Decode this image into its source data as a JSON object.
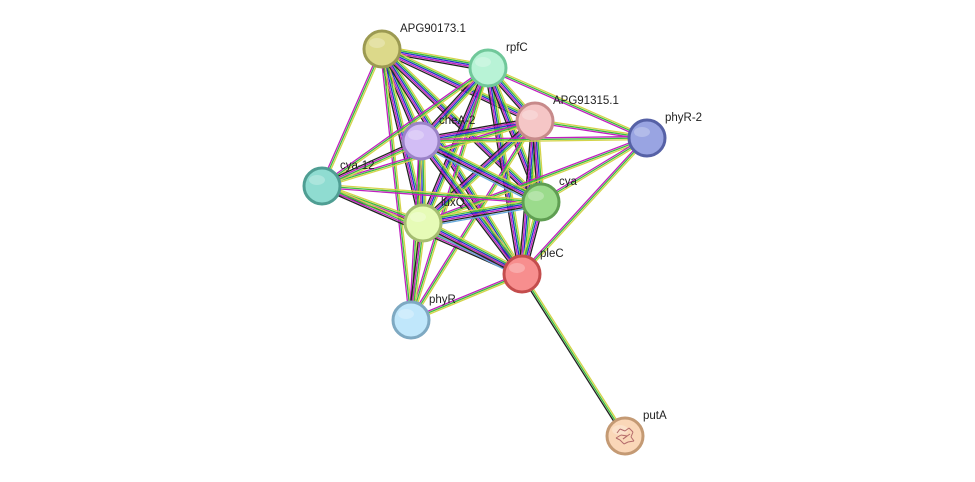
{
  "nodes": [
    {
      "id": "APG90173.1",
      "label": "APG90173.1",
      "fill": "#dcd98a",
      "stroke": "#9c9a52"
    },
    {
      "id": "rpfC",
      "label": "rpfC",
      "fill": "#b8f3d6",
      "stroke": "#70c89a"
    },
    {
      "id": "APG91315.1",
      "label": "APG91315.1",
      "fill": "#f5c6c6",
      "stroke": "#c78a8a"
    },
    {
      "id": "phyR-2",
      "label": "phyR-2",
      "fill": "#99a4e2",
      "stroke": "#5661a6"
    },
    {
      "id": "cheA-2",
      "label": "cheA-2",
      "fill": "#d2bdf5",
      "stroke": "#9a82c7"
    },
    {
      "id": "cya-12",
      "label": "cya-12",
      "fill": "#8fdcd1",
      "stroke": "#4f9e93"
    },
    {
      "id": "cya",
      "label": "cya",
      "fill": "#9bdb8c",
      "stroke": "#5f9e52"
    },
    {
      "id": "luxQ",
      "label": "luxQ",
      "fill": "#e6fbb6",
      "stroke": "#a4bd70"
    },
    {
      "id": "pleC",
      "label": "pleC",
      "fill": "#f78e8e",
      "stroke": "#c44d4d"
    },
    {
      "id": "phyR",
      "label": "phyR",
      "fill": "#c0e7fb",
      "stroke": "#7ea9c2"
    },
    {
      "id": "putA",
      "label": "putA",
      "fill": "#fad7b8",
      "stroke": "#c49a74",
      "has_structure_image": true
    }
  ],
  "edges": [
    {
      "from": "APG90173.1",
      "to": "rpfC",
      "colors": [
        "#d4d44a",
        "#3cbd3c",
        "#2233cc",
        "#c020c0",
        "#222222"
      ]
    },
    {
      "from": "APG90173.1",
      "to": "APG91315.1",
      "colors": [
        "#d4d44a",
        "#3cbd3c",
        "#2233cc",
        "#c020c0",
        "#222222"
      ]
    },
    {
      "from": "APG90173.1",
      "to": "cheA-2",
      "colors": [
        "#d4d44a",
        "#3cbd3c",
        "#2233cc",
        "#c020c0",
        "#222222"
      ]
    },
    {
      "from": "APG90173.1",
      "to": "cya-12",
      "colors": [
        "#d4d44a",
        "#3cbd3c",
        "#c020c0"
      ]
    },
    {
      "from": "APG90173.1",
      "to": "luxQ",
      "colors": [
        "#d4d44a",
        "#3cbd3c",
        "#2233cc",
        "#c020c0",
        "#222222"
      ]
    },
    {
      "from": "APG90173.1",
      "to": "pleC",
      "colors": [
        "#d4d44a",
        "#3cbd3c",
        "#2233cc",
        "#c020c0",
        "#222222"
      ]
    },
    {
      "from": "APG90173.1",
      "to": "cya",
      "colors": [
        "#d4d44a",
        "#3cbd3c",
        "#2233cc",
        "#c020c0",
        "#222222"
      ]
    },
    {
      "from": "APG90173.1",
      "to": "phyR",
      "colors": [
        "#d4d44a",
        "#3cbd3c",
        "#c020c0"
      ]
    },
    {
      "from": "rpfC",
      "to": "APG91315.1",
      "colors": [
        "#d4d44a",
        "#3cbd3c",
        "#2233cc",
        "#c020c0",
        "#222222"
      ]
    },
    {
      "from": "rpfC",
      "to": "phyR-2",
      "colors": [
        "#d4d44a",
        "#3cbd3c",
        "#c020c0"
      ]
    },
    {
      "from": "rpfC",
      "to": "cheA-2",
      "colors": [
        "#d4d44a",
        "#3cbd3c",
        "#2233cc",
        "#c020c0",
        "#222222"
      ]
    },
    {
      "from": "rpfC",
      "to": "cya-12",
      "colors": [
        "#d4d44a",
        "#3cbd3c",
        "#c020c0"
      ]
    },
    {
      "from": "rpfC",
      "to": "luxQ",
      "colors": [
        "#d4d44a",
        "#3cbd3c",
        "#2233cc",
        "#c020c0",
        "#222222"
      ]
    },
    {
      "from": "rpfC",
      "to": "pleC",
      "colors": [
        "#d4d44a",
        "#3cbd3c",
        "#2233cc",
        "#c020c0",
        "#222222"
      ]
    },
    {
      "from": "rpfC",
      "to": "cya",
      "colors": [
        "#d4d44a",
        "#3cbd3c",
        "#2233cc",
        "#c020c0",
        "#222222"
      ]
    },
    {
      "from": "rpfC",
      "to": "phyR",
      "colors": [
        "#d4d44a",
        "#3cbd3c",
        "#c020c0"
      ]
    },
    {
      "from": "APG91315.1",
      "to": "phyR-2",
      "colors": [
        "#d4d44a",
        "#3cbd3c",
        "#c020c0"
      ]
    },
    {
      "from": "APG91315.1",
      "to": "cheA-2",
      "colors": [
        "#d4d44a",
        "#3cbd3c",
        "#2233cc",
        "#c020c0",
        "#222222"
      ]
    },
    {
      "from": "APG91315.1",
      "to": "cya-12",
      "colors": [
        "#d4d44a",
        "#3cbd3c",
        "#c020c0"
      ]
    },
    {
      "from": "APG91315.1",
      "to": "luxQ",
      "colors": [
        "#d4d44a",
        "#3cbd3c",
        "#2233cc",
        "#c020c0",
        "#222222"
      ]
    },
    {
      "from": "APG91315.1",
      "to": "pleC",
      "colors": [
        "#d4d44a",
        "#3cbd3c",
        "#2233cc",
        "#c020c0",
        "#222222"
      ]
    },
    {
      "from": "APG91315.1",
      "to": "cya",
      "colors": [
        "#d4d44a",
        "#3cbd3c",
        "#2233cc",
        "#c020c0",
        "#222222"
      ]
    },
    {
      "from": "APG91315.1",
      "to": "phyR",
      "colors": [
        "#d4d44a",
        "#3cbd3c",
        "#c020c0"
      ]
    },
    {
      "from": "phyR-2",
      "to": "cheA-2",
      "colors": [
        "#d4d44a",
        "#3cbd3c",
        "#c020c0"
      ]
    },
    {
      "from": "phyR-2",
      "to": "luxQ",
      "colors": [
        "#d4d44a",
        "#3cbd3c",
        "#c020c0"
      ]
    },
    {
      "from": "phyR-2",
      "to": "pleC",
      "colors": [
        "#d4d44a",
        "#3cbd3c",
        "#c020c0"
      ]
    },
    {
      "from": "phyR-2",
      "to": "cya",
      "colors": [
        "#d4d44a",
        "#3cbd3c",
        "#c020c0"
      ]
    },
    {
      "from": "cheA-2",
      "to": "cya-12",
      "colors": [
        "#d4d44a",
        "#3cbd3c",
        "#c020c0",
        "#222222"
      ]
    },
    {
      "from": "cheA-2",
      "to": "luxQ",
      "colors": [
        "#d4d44a",
        "#3cbd3c",
        "#2233cc",
        "#c020c0",
        "#222222"
      ]
    },
    {
      "from": "cheA-2",
      "to": "pleC",
      "colors": [
        "#d4d44a",
        "#3cbd3c",
        "#2233cc",
        "#c020c0",
        "#222222"
      ]
    },
    {
      "from": "cheA-2",
      "to": "cya",
      "colors": [
        "#d4d44a",
        "#3cbd3c",
        "#2233cc",
        "#c020c0",
        "#222222",
        "#66aadd"
      ]
    },
    {
      "from": "cheA-2",
      "to": "phyR",
      "colors": [
        "#d4d44a",
        "#3cbd3c",
        "#c020c0"
      ]
    },
    {
      "from": "cya-12",
      "to": "luxQ",
      "colors": [
        "#d4d44a",
        "#3cbd3c",
        "#c020c0",
        "#222222"
      ]
    },
    {
      "from": "cya-12",
      "to": "pleC",
      "colors": [
        "#d4d44a",
        "#3cbd3c",
        "#c020c0",
        "#222222"
      ]
    },
    {
      "from": "cya-12",
      "to": "cya",
      "colors": [
        "#d4d44a",
        "#3cbd3c",
        "#c020c0"
      ]
    },
    {
      "from": "luxQ",
      "to": "pleC",
      "colors": [
        "#d4d44a",
        "#3cbd3c",
        "#2233cc",
        "#c020c0",
        "#222222",
        "#66aadd"
      ]
    },
    {
      "from": "luxQ",
      "to": "cya",
      "colors": [
        "#d4d44a",
        "#3cbd3c",
        "#2233cc",
        "#c020c0",
        "#222222",
        "#66aadd"
      ]
    },
    {
      "from": "luxQ",
      "to": "phyR",
      "colors": [
        "#d4d44a",
        "#3cbd3c",
        "#c020c0",
        "#222222"
      ]
    },
    {
      "from": "pleC",
      "to": "cya",
      "colors": [
        "#d4d44a",
        "#3cbd3c",
        "#2233cc",
        "#c020c0",
        "#222222"
      ]
    },
    {
      "from": "pleC",
      "to": "phyR",
      "colors": [
        "#d4d44a",
        "#3cbd3c",
        "#c020c0"
      ]
    },
    {
      "from": "pleC",
      "to": "putA",
      "colors": [
        "#d4d44a",
        "#3cbd3c",
        "#222222"
      ]
    }
  ]
}
